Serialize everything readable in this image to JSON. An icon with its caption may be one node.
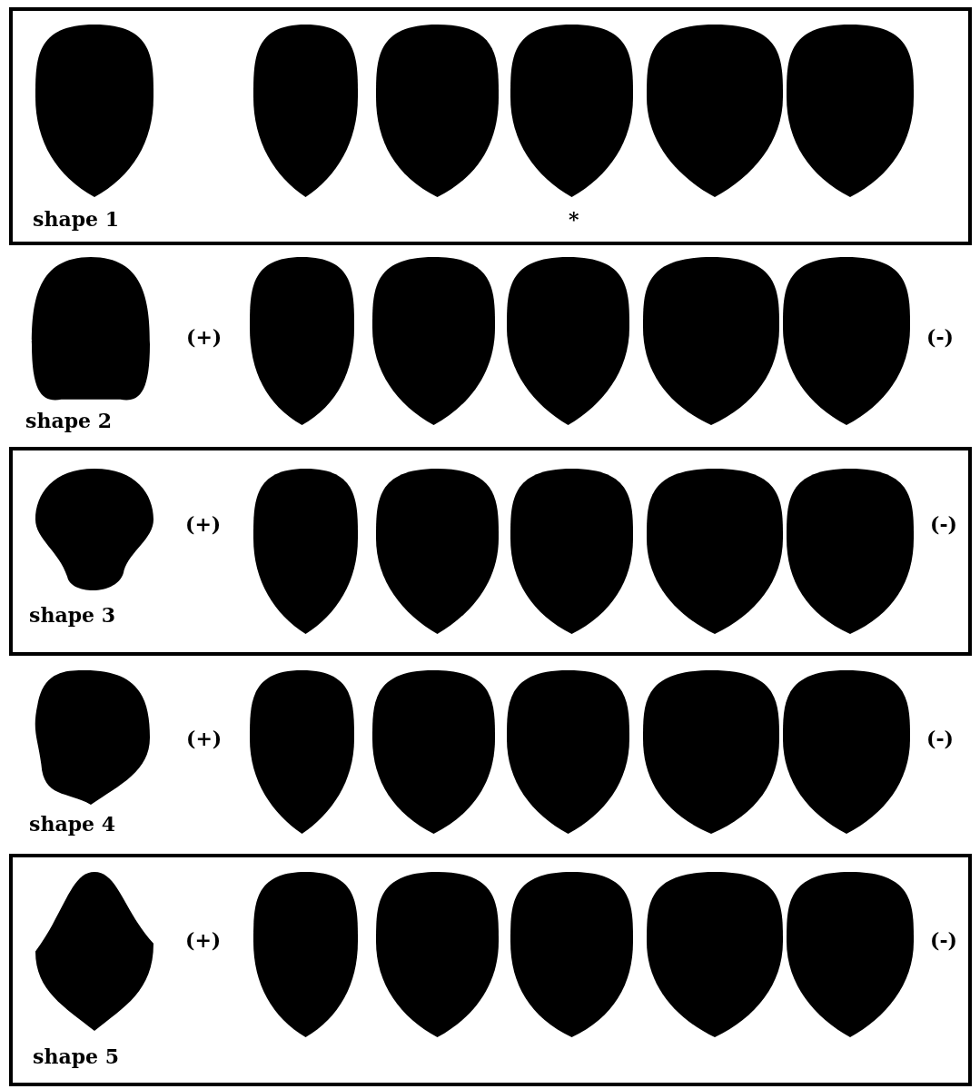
{
  "diagram": {
    "nodes": [
      {
        "text": [
          "shape 1",
          "*"
        ]
      },
      {
        "text": [
          "shape 3",
          "(+)",
          "(-)"
        ]
      },
      {
        "text": [
          "shape 5",
          "(+)",
          "(-)"
        ]
      }
    ],
    "labels": [
      "shape 2",
      "(+)",
      "(-)",
      "shape 4",
      "(+)",
      "(-)"
    ]
  }
}
